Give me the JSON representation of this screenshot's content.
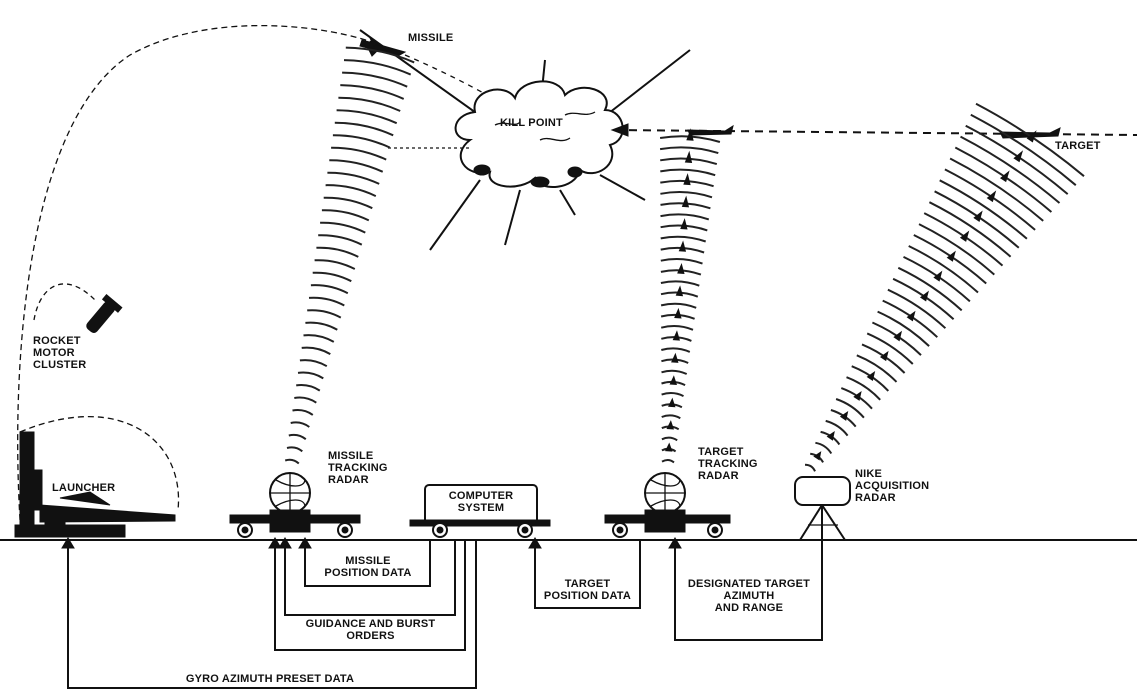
{
  "labels": {
    "missile": "MISSILE",
    "kill_point": "KILL POINT",
    "target": "TARGET",
    "rocket_motor_cluster": "ROCKET\nMOTOR\nCLUSTER",
    "launcher": "LAUNCHER",
    "missile_tracking_radar": "MISSILE\nTRACKING\nRADAR",
    "computer_system": "COMPUTER\nSYSTEM",
    "target_tracking_radar": "TARGET\nTRACKING\nRADAR",
    "nike_acquisition_radar": "NIKE\nACQUISITION\nRADAR",
    "missile_position_data": "MISSILE\nPOSITION DATA",
    "target_position_data": "TARGET\nPOSITION DATA",
    "designated_target": "DESIGNATED TARGET\nAZIMUTH\nAND RANGE",
    "guidance_burst_orders": "GUIDANCE AND BURST\nORDERS",
    "gyro_azimuth_preset_data": "GYRO AZIMUTH PRESET DATA"
  }
}
